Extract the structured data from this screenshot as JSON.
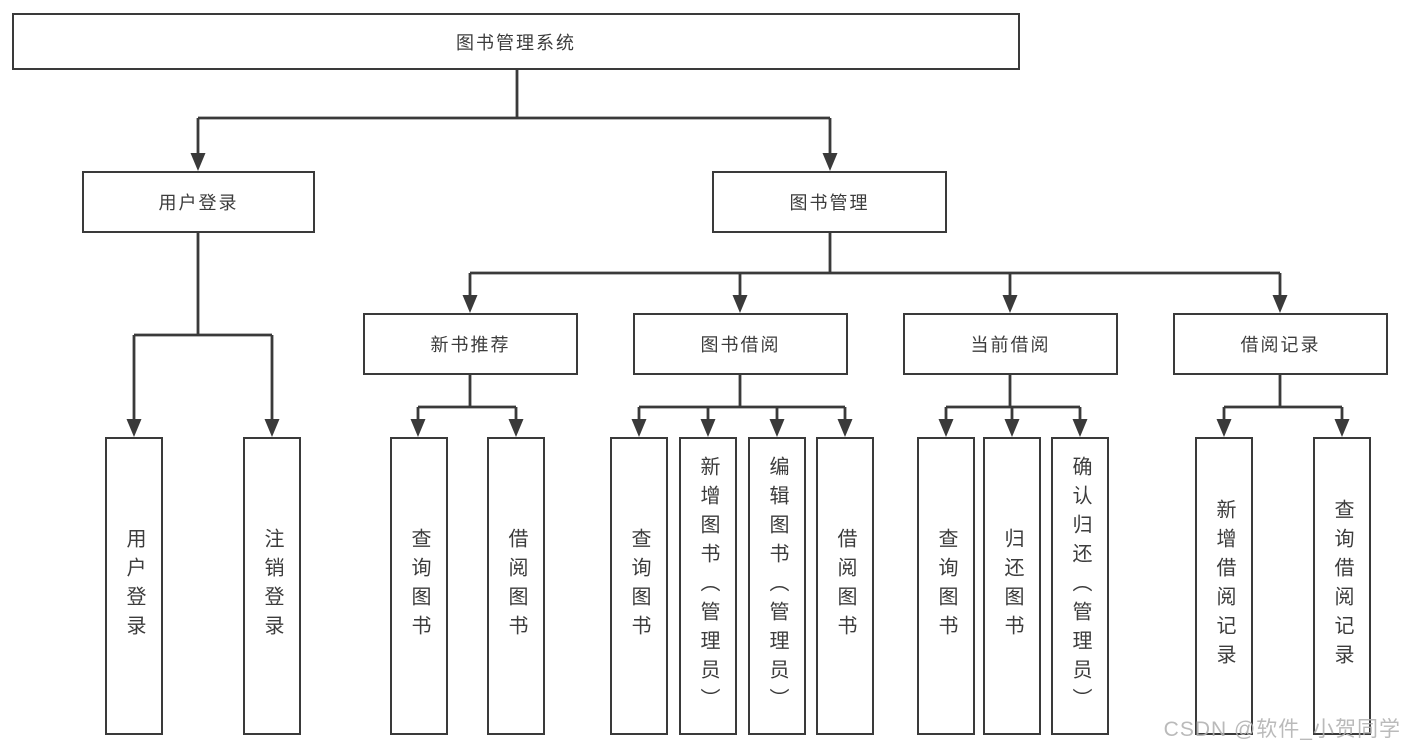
{
  "tree": {
    "root": "图书管理系统",
    "user_login": {
      "label": "用户登录",
      "children": [
        "用户登录",
        "注销登录"
      ]
    },
    "book_mgmt": {
      "label": "图书管理",
      "modules": [
        {
          "label": "新书推荐",
          "children": [
            "查询图书",
            "借阅图书"
          ]
        },
        {
          "label": "图书借阅",
          "children": [
            "查询图书",
            "新增图书（管理员）",
            "编辑图书（管理员）",
            "借阅图书"
          ]
        },
        {
          "label": "当前借阅",
          "children": [
            "查询图书",
            "归还图书",
            "确认归还（管理员）"
          ]
        },
        {
          "label": "借阅记录",
          "children": [
            "新增借阅记录",
            "查询借阅记录"
          ]
        }
      ]
    }
  },
  "watermark": "CSDN @软件_小贺同学",
  "colors": {
    "line": "#3a3a3a",
    "border": "#3a3a3a",
    "text": "#3c3c3c",
    "watermark": "#b2b2b2"
  }
}
